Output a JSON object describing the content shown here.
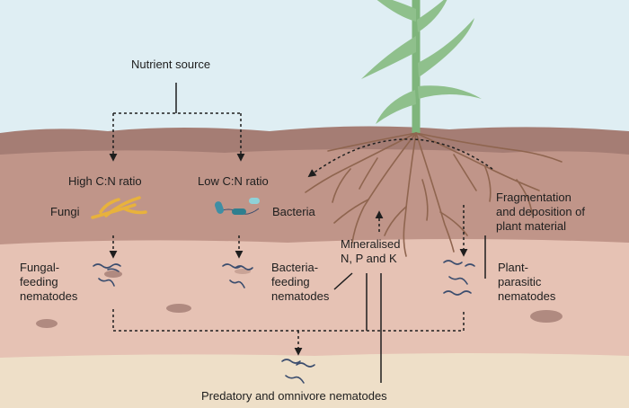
{
  "labels": {
    "nutrient_source": "Nutrient source",
    "high_cn": "High C:N ratio",
    "low_cn": "Low C:N ratio",
    "fungi": "Fungi",
    "bacteria": "Bacteria",
    "fungal_feeding": "Fungal-\nfeeding\nnematodes",
    "bacteria_feeding": "Bacteria-\nfeeding\nnematodes",
    "mineralised": "Mineralised\nN, P and K",
    "fragmentation": "Fragmentation\nand deposition of\nplant material",
    "plant_parasitic": "Plant-\nparasitic\nnematodes",
    "predatory": "Predatory and omnivore nematodes"
  },
  "colors": {
    "sky": "#dfeef3",
    "soil_top": "#a57d74",
    "soil_mid": "#d9b3a6",
    "soil_lower": "#e9c8ba",
    "soil_bottom": "#eedfc8",
    "root": "#9b6f55",
    "plant": "#8fc08c",
    "fungi": "#e8b23c",
    "bacteria": "#3f8ea4",
    "nematode": "#3b4d6e",
    "arrow": "#1e1e1e"
  }
}
